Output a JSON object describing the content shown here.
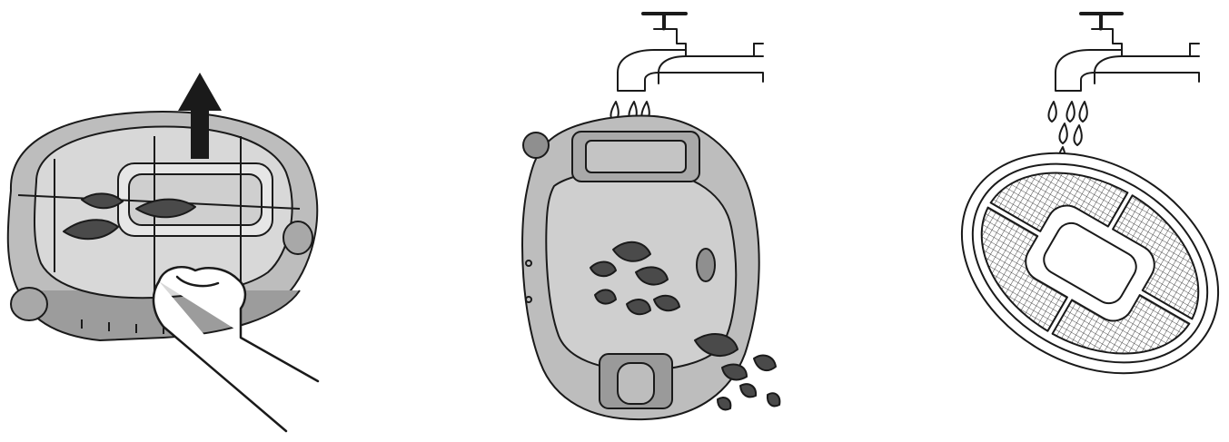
{
  "figure": {
    "panels": [
      {
        "id": 1,
        "step": "lift-filter-basket",
        "icon": "hand-lifting-arrow-icon"
      },
      {
        "id": 2,
        "step": "rinse-robot-body",
        "icon": "faucet-water-icon"
      },
      {
        "id": 3,
        "step": "rinse-filter-panel",
        "icon": "faucet-water-icon"
      }
    ],
    "colors": {
      "line": "#1a1a1a",
      "body_fill": "#c8c8c8",
      "body_dark": "#8f8f8f",
      "leaf": "#4a4a4a",
      "water": "#ffffff"
    }
  }
}
